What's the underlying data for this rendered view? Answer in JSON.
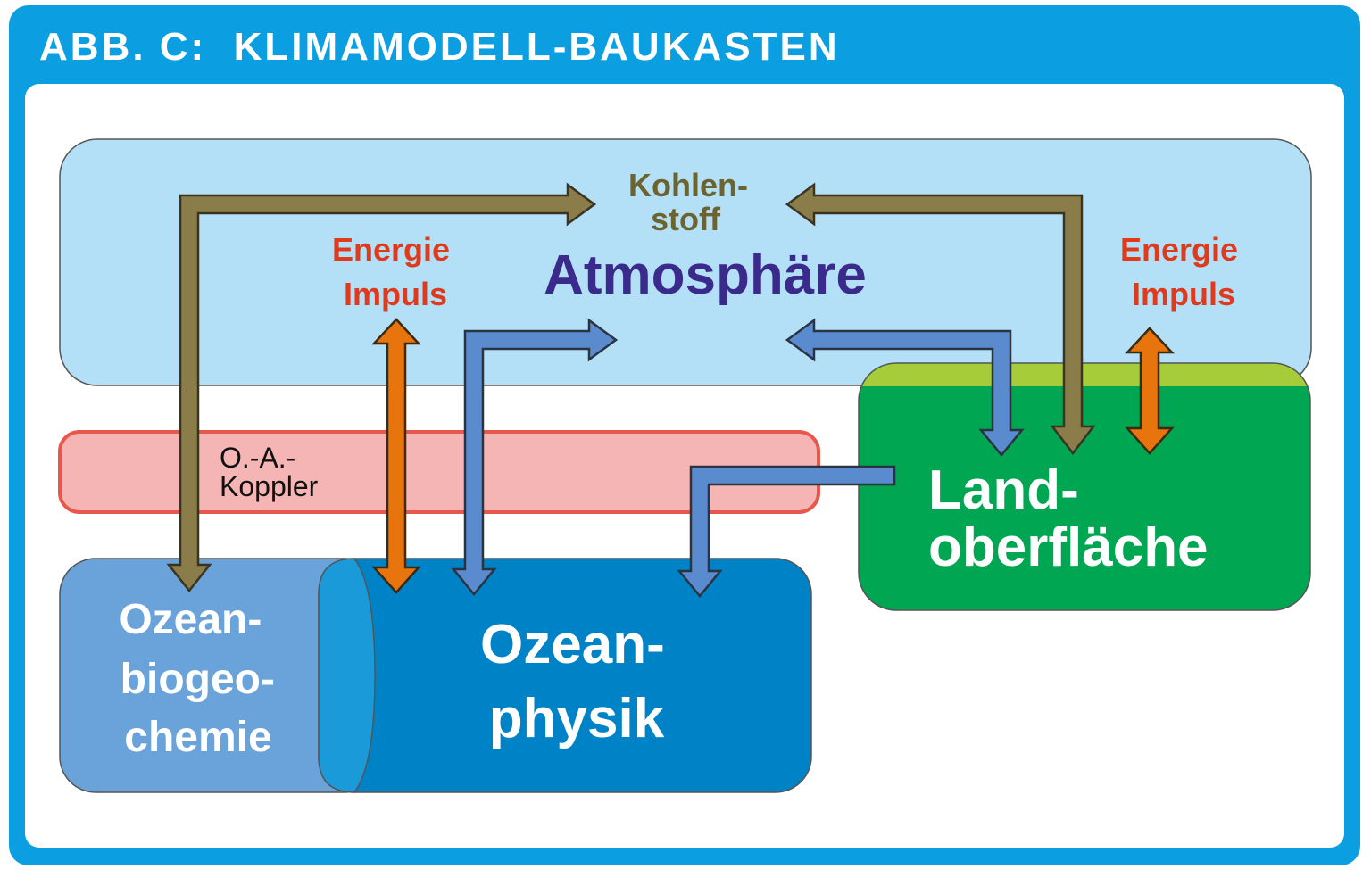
{
  "title": "ABB. C:  KLIMAMODELL-BAUKASTEN",
  "components": {
    "atmosphere": "Atmosphäre",
    "carbon": [
      "Kohlen-",
      "stoff"
    ],
    "energy_left": [
      "Energie",
      "Impuls"
    ],
    "energy_right": [
      "Energie",
      "Impuls"
    ],
    "coupler": [
      "O.-A.-",
      "Koppler"
    ],
    "ocean_biogeochemistry": [
      "Ozean-",
      "biogeo-",
      "chemie"
    ],
    "ocean_physics": [
      "Ozean-",
      "physik"
    ],
    "land_surface": [
      "Land-",
      "oberfläche"
    ]
  },
  "colors": {
    "frame": "#0b9fe1",
    "atmosphere_fill": "#b3dff7",
    "coupler_fill": "#f5b5b5",
    "coupler_border": "#e8574b",
    "ocean_bio_fill": "#6aa3d9",
    "ocean_phys_fill": "#0083c6",
    "land_fill": "#00a651",
    "land_top": "#a6cc3a",
    "carbon_arrow": "#8b7d4a",
    "energy_arrow": "#e8740e",
    "heat_arrow": "#5b8bcf",
    "energy_text": "#e03a1c",
    "atmosphere_text": "#3a2a8c",
    "carbon_text": "#6b6330"
  }
}
